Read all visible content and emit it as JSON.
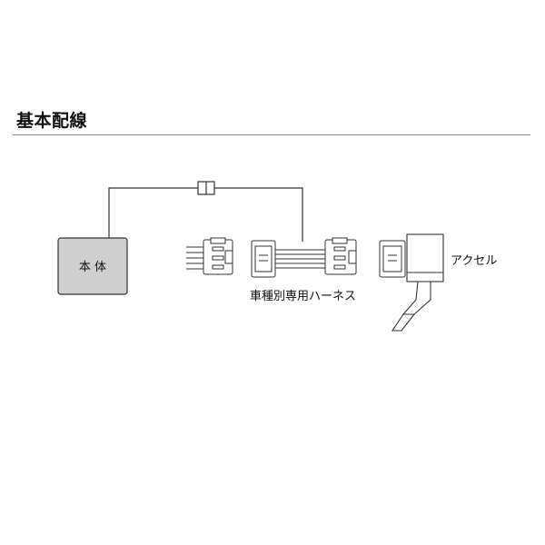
{
  "title": "基本配線",
  "unit": {
    "label": "本 体"
  },
  "harness": {
    "label": "車種別専用ハーネス"
  },
  "accelerator": {
    "label": "アクセル"
  },
  "colors": {
    "unit_fill": "#cfcfcf",
    "line": "#333333",
    "rule": "#8a8a8a"
  }
}
